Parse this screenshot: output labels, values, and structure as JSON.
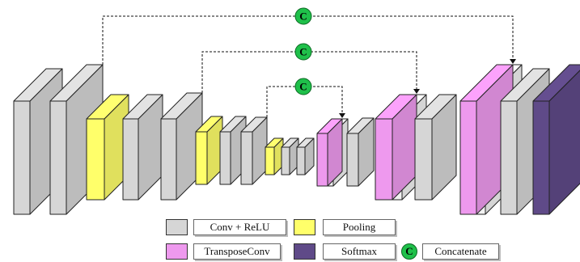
{
  "colors": {
    "conv": "#d6d6d6",
    "pool": "#ffff6a",
    "transpose": "#ee99ee",
    "softmax": "#5f4a88",
    "concat": "#1fc04a",
    "ghost": "#f2f2f2",
    "line": "#222222"
  },
  "layers": [
    {
      "kind": "conv"
    },
    {
      "kind": "conv"
    },
    {
      "kind": "pool"
    },
    {
      "kind": "conv"
    },
    {
      "kind": "conv"
    },
    {
      "kind": "pool"
    },
    {
      "kind": "conv"
    },
    {
      "kind": "conv"
    },
    {
      "kind": "pool"
    },
    {
      "kind": "conv"
    },
    {
      "kind": "conv"
    },
    {
      "kind": "transpose"
    },
    {
      "kind": "conv"
    },
    {
      "kind": "transpose"
    },
    {
      "kind": "conv"
    },
    {
      "kind": "transpose"
    },
    {
      "kind": "conv"
    },
    {
      "kind": "softmax"
    }
  ],
  "skip_connections": [
    {
      "symbol": "C",
      "from_layer": 1,
      "to_layer": 15
    },
    {
      "symbol": "C",
      "from_layer": 4,
      "to_layer": 13
    },
    {
      "symbol": "C",
      "from_layer": 7,
      "to_layer": 11
    }
  ],
  "legend": {
    "conv_relu": "Conv + ReLU",
    "pooling": "Pooling",
    "transpose_conv": "TransposeConv",
    "softmax": "Softmax",
    "concat_symbol": "C",
    "concatenate": "Concatenate"
  }
}
